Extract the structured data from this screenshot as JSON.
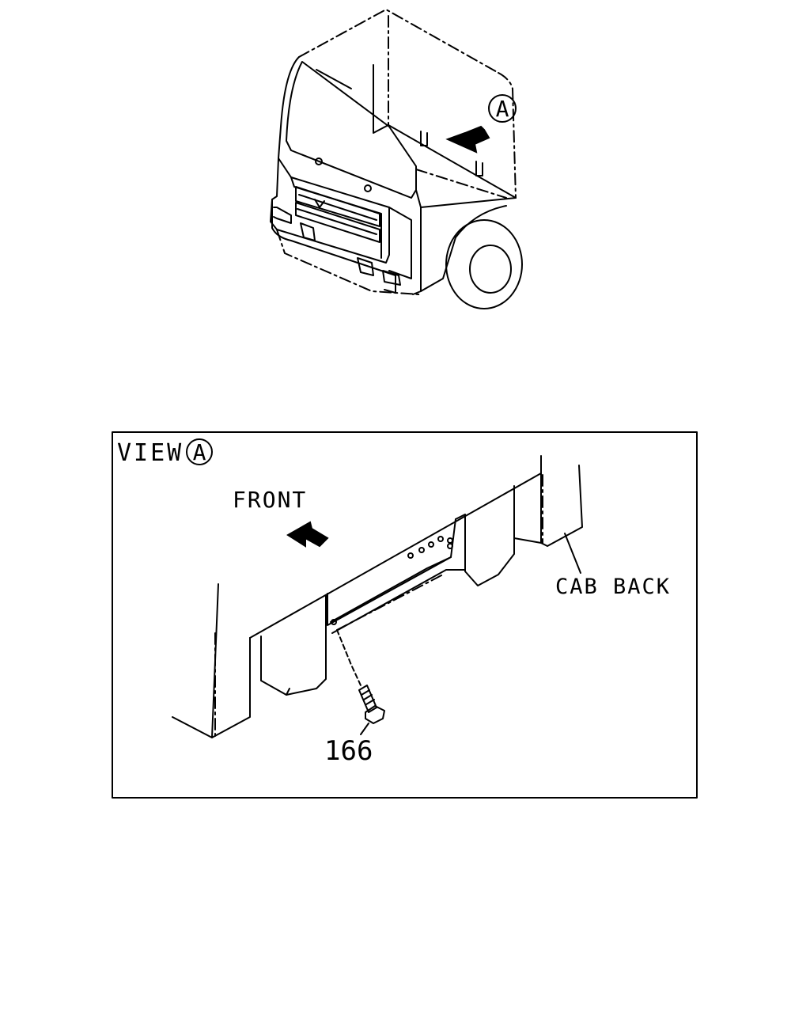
{
  "callouts": {
    "view_marker": "A",
    "view_prefix": "VIEW",
    "front": "FRONT",
    "cab_back": "CAB BACK",
    "part_number": "166"
  }
}
